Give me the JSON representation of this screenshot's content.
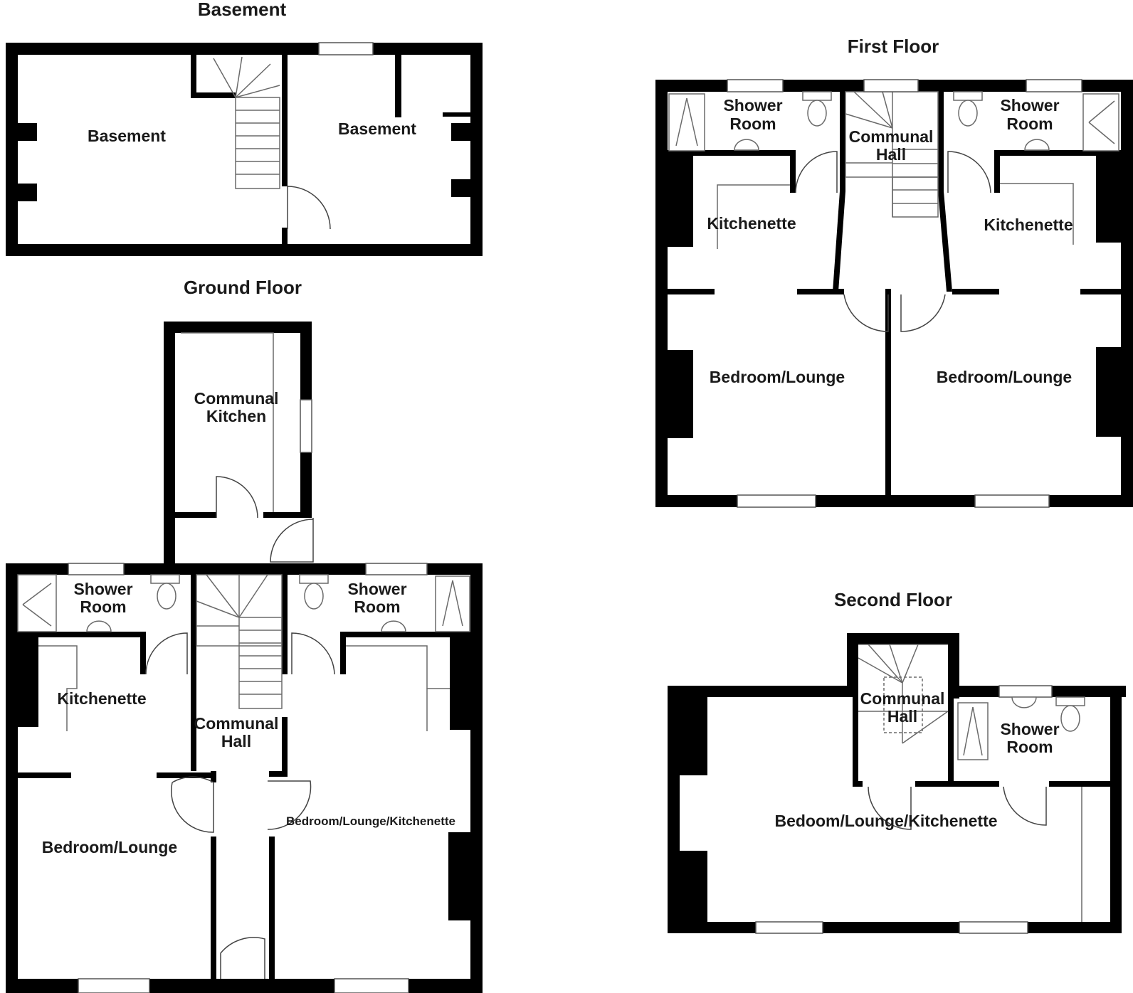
{
  "basement": {
    "title": "Basement",
    "room_left": "Basement",
    "room_right": "Basement"
  },
  "ground_floor": {
    "title": "Ground Floor",
    "communal_kitchen_line1": "Communal",
    "communal_kitchen_line2": "Kitchen",
    "shower_left_line1": "Shower",
    "shower_left_line2": "Room",
    "shower_right_line1": "Shower",
    "shower_right_line2": "Room",
    "kitchenette": "Kitchenette",
    "communal_hall_line1": "Communal",
    "communal_hall_line2": "Hall",
    "bedroom_lounge": "Bedroom/Lounge",
    "bedroom_lounge_kitchenette": "Bedroom/Lounge/Kitchenette"
  },
  "first_floor": {
    "title": "First Floor",
    "shower_left_line1": "Shower",
    "shower_left_line2": "Room",
    "shower_right_line1": "Shower",
    "shower_right_line2": "Room",
    "communal_hall_line1": "Communal",
    "communal_hall_line2": "Hall",
    "kitchenette_left": "Kitchenette",
    "kitchenette_right": "Kitchenette",
    "bedroom_left": "Bedroom/Lounge",
    "bedroom_right": "Bedroom/Lounge"
  },
  "second_floor": {
    "title": "Second Floor",
    "communal_hall_line1": "Communal",
    "communal_hall_line2": "Hall",
    "shower_line1": "Shower",
    "shower_line2": "Room",
    "main_room": "Bedoom/Lounge/Kitchenette"
  }
}
